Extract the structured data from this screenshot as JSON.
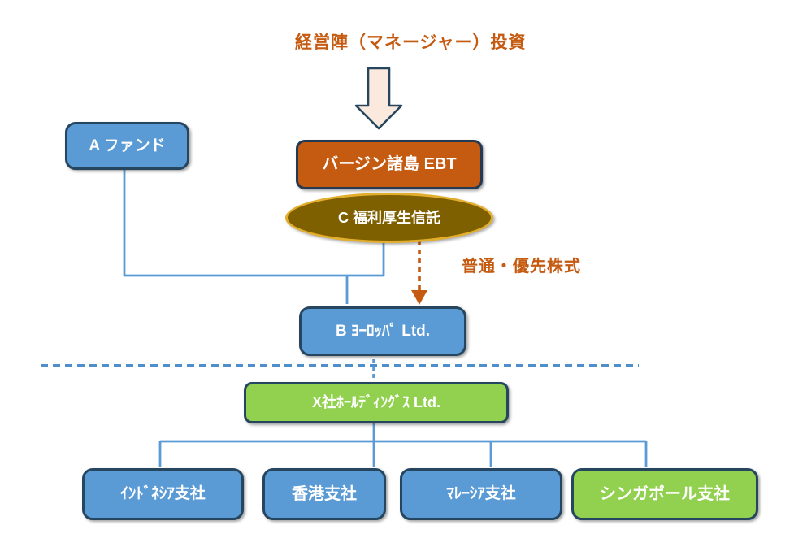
{
  "title": "経営陣（マネージャー）投資",
  "edge_labels": {
    "stock_classes": "普通・優先株式"
  },
  "nodes": {
    "fund_a": {
      "label": "A ファンド",
      "fill": "#5B9BD5"
    },
    "virgin_islands_ebt": {
      "label": "バージン諸島 EBT",
      "fill": "#C55A11"
    },
    "welfare_trust_c": {
      "label": "C 福利厚生信託",
      "fill": "#7F6000"
    },
    "b_europe": {
      "label": "B ﾖｰﾛｯﾊﾟ Ltd.",
      "fill": "#5B9BD5"
    },
    "x_holdings": {
      "label": "X社ﾎｰﾙﾃﾞｨﾝｸﾞｽ Ltd.",
      "fill": "#92D050"
    },
    "branch_indonesia": {
      "label": "ｲﾝﾄﾞﾈｼｱ支社",
      "fill": "#5B9BD5"
    },
    "branch_hong_kong": {
      "label": "香港支社",
      "fill": "#5B9BD5"
    },
    "branch_malaysia": {
      "label": "ﾏﾚｰｼｱ支社",
      "fill": "#5B9BD5"
    },
    "branch_singapore": {
      "label": "シンガポール支社",
      "fill": "#92D050"
    }
  },
  "colors": {
    "accent_orange": "#C55A11",
    "node_blue": "#5B9BD5",
    "node_green": "#92D050",
    "node_olive": "#7F6000",
    "connector_blue": "#5B9BD5",
    "divider_blue": "#4E8FCB",
    "block_arrow_fill": "#FBE9DD",
    "border_dark_navy": "#26465F",
    "ellipse_border_gold": "#E2AE2C"
  }
}
